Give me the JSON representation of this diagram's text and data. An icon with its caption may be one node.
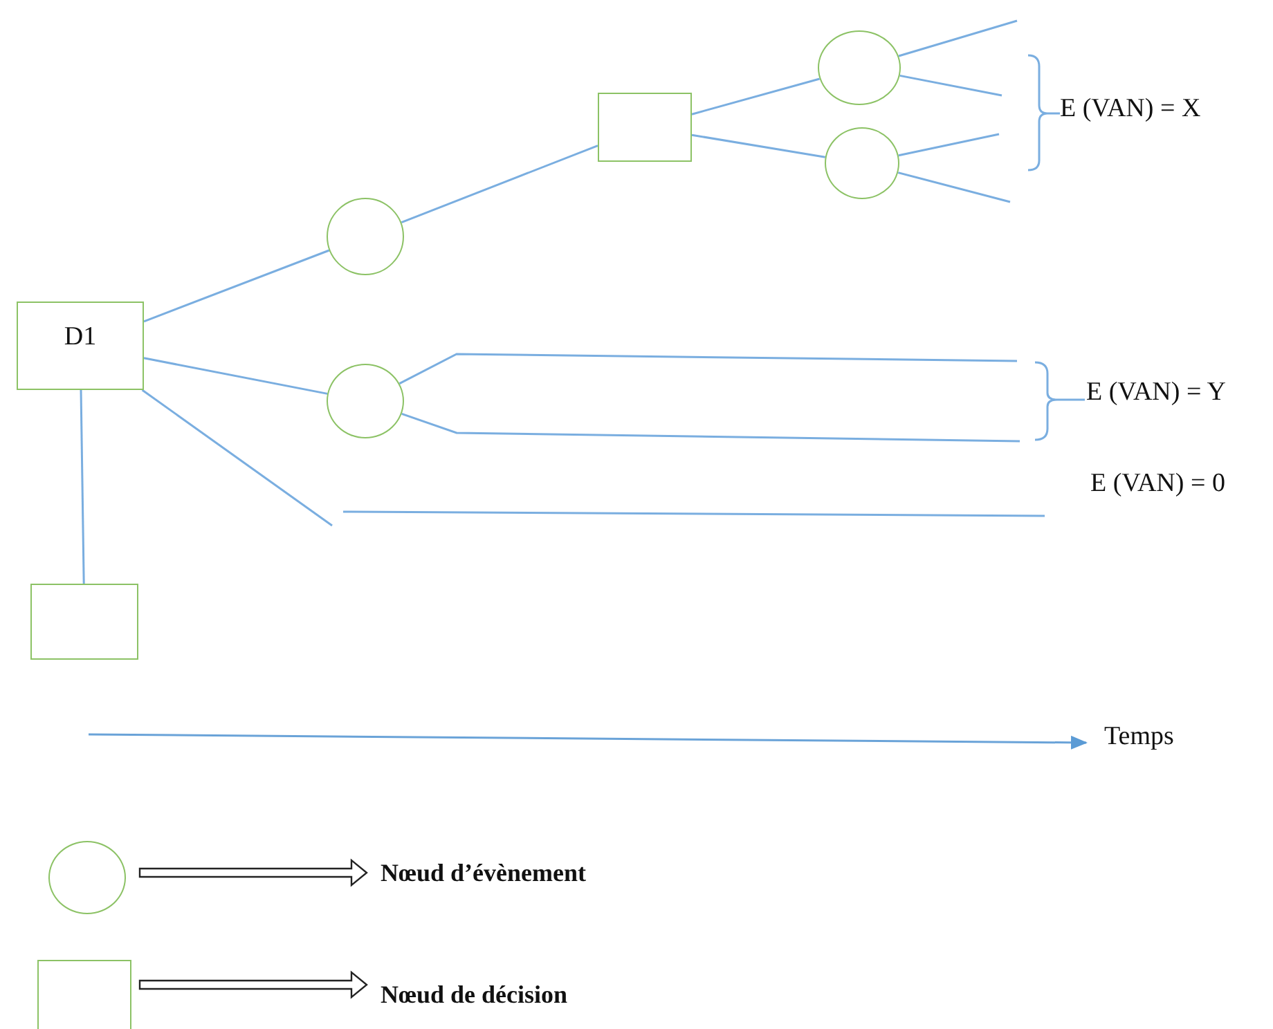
{
  "diagram": {
    "nodes": [
      {
        "text": [
          "D1"
        ]
      },
      {
        "text": [],
        "shape": "circle"
      },
      {
        "text": [],
        "shape": "circle"
      },
      {
        "text": [],
        "shape": "box"
      },
      {
        "text": [],
        "shape": "box"
      },
      {
        "text": [],
        "shape": "circle"
      },
      {
        "text": [],
        "shape": "circle"
      }
    ],
    "edges": [
      {
        "from": 0,
        "to": 1,
        "arrow": "none"
      },
      {
        "from": 0,
        "to": 2,
        "arrow": "none"
      },
      {
        "from": 0,
        "to": null,
        "arrow": "none"
      },
      {
        "from": 0,
        "to": 3,
        "arrow": "none"
      },
      {
        "from": 1,
        "to": 4,
        "arrow": "none"
      },
      {
        "from": 4,
        "to": 5,
        "arrow": "none"
      },
      {
        "from": 4,
        "to": 6,
        "arrow": "none"
      },
      {
        "from": 5,
        "to": null,
        "arrow": "none"
      },
      {
        "from": 5,
        "to": null,
        "arrow": "none"
      },
      {
        "from": 6,
        "to": null,
        "arrow": "none"
      },
      {
        "from": 6,
        "to": null,
        "arrow": "none"
      },
      {
        "from": 2,
        "to": null,
        "arrow": "none"
      },
      {
        "from": 2,
        "to": null,
        "arrow": "none"
      }
    ],
    "labels": [
      "E (VAN) = X",
      "E (VAN) = Y",
      "E (VAN) = 0",
      "Temps"
    ],
    "legend": [
      {
        "text": "Nœud d’évènement"
      },
      {
        "text": "Nœud de décision"
      }
    ]
  }
}
